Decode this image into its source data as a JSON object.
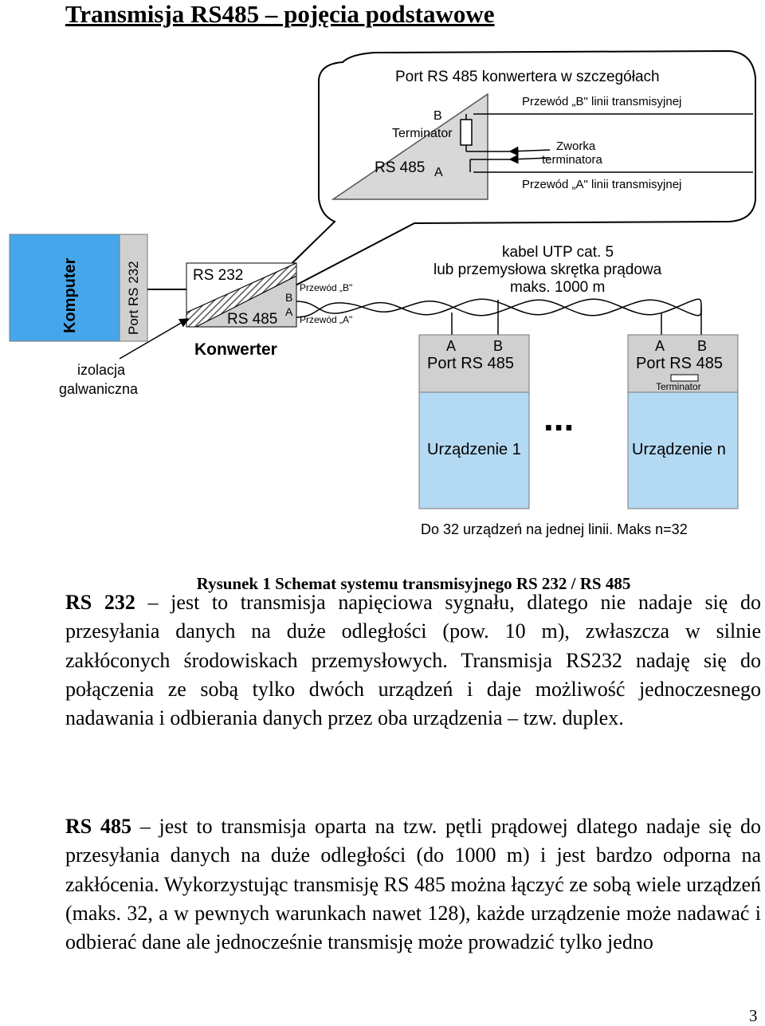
{
  "title": "Transmisja RS485 – pojęcia podstawowe",
  "figure": {
    "bubble_title": "Port RS 485 konwertera w szczegółach",
    "bubble_wire_b": "Przewód „B\" linii transmisyjnej",
    "bubble_wire_a": "Przewód „A\" linii transmisyjnej",
    "bubble_b": "B",
    "bubble_terminator": "Terminator",
    "bubble_jumper_1": "Zworka",
    "bubble_jumper_2": "terminatora",
    "bubble_rs485": "RS 485",
    "bubble_a": "A",
    "computer": "Komputer",
    "port_rs232": "Port RS 232",
    "conv_rs232": "RS 232",
    "conv_rs485": "RS 485",
    "conv_b": "B",
    "conv_a": "A",
    "converter": "Konwerter",
    "wire_b_label": "Przewód „B\"",
    "wire_a_label": "Przewód „A\"",
    "cable_1": "kabel UTP cat. 5",
    "cable_2": "lub przemysłowa skrętka prądowa",
    "cable_3": "maks. 1000 m",
    "isolation_1": "izolacja",
    "isolation_2": "galwaniczna",
    "dev1_a": "A",
    "dev1_b": "B",
    "dev1_port": "Port RS 485",
    "dev1_name": "Urządzenie 1",
    "devn_a": "A",
    "devn_b": "B",
    "devn_port": "Port RS 485",
    "devn_terminator": "Terminator",
    "devn_name": "Urządzenie n",
    "ellipsis": "...",
    "note": "Do 32 urządzeń na jednej linii. Maks n=32"
  },
  "caption": "Rysunek 1 Schemat systemu transmisyjnego RS 232 / RS 485",
  "para1": {
    "term": "RS 232",
    "text": " – jest to transmisja napięciowa sygnału, dlatego nie nadaje się do przesyłania danych na duże odległości (pow. 10 m), zwłaszcza w silnie zakłóconych środowiskach przemysłowych. Transmisja RS232 nadaję się do połączenia ze sobą tylko dwóch urządzeń i daje możliwość jednoczesnego nadawania i odbierania danych przez oba urządzenia – tzw. duplex."
  },
  "para2": {
    "term": "RS 485",
    "text": " – jest to transmisja oparta na tzw. pętli prądowej dlatego nadaje się do przesyłania danych na duże odległości (do 1000 m) i jest bardzo odporna na zakłócenia. Wykorzystując transmisję RS 485 można łączyć ze sobą wiele urządzeń (maks. 32, a w pewnych warunkach nawet 128), każde urządzenie może nadawać i odbierać dane ale jednocześnie transmisję może prowadzić tylko jedno"
  },
  "page_number": "3",
  "colors": {
    "device_fill": "#b4d9f2",
    "computer_fill": "#45a6ec",
    "port_fill": "#d0d0d0"
  }
}
